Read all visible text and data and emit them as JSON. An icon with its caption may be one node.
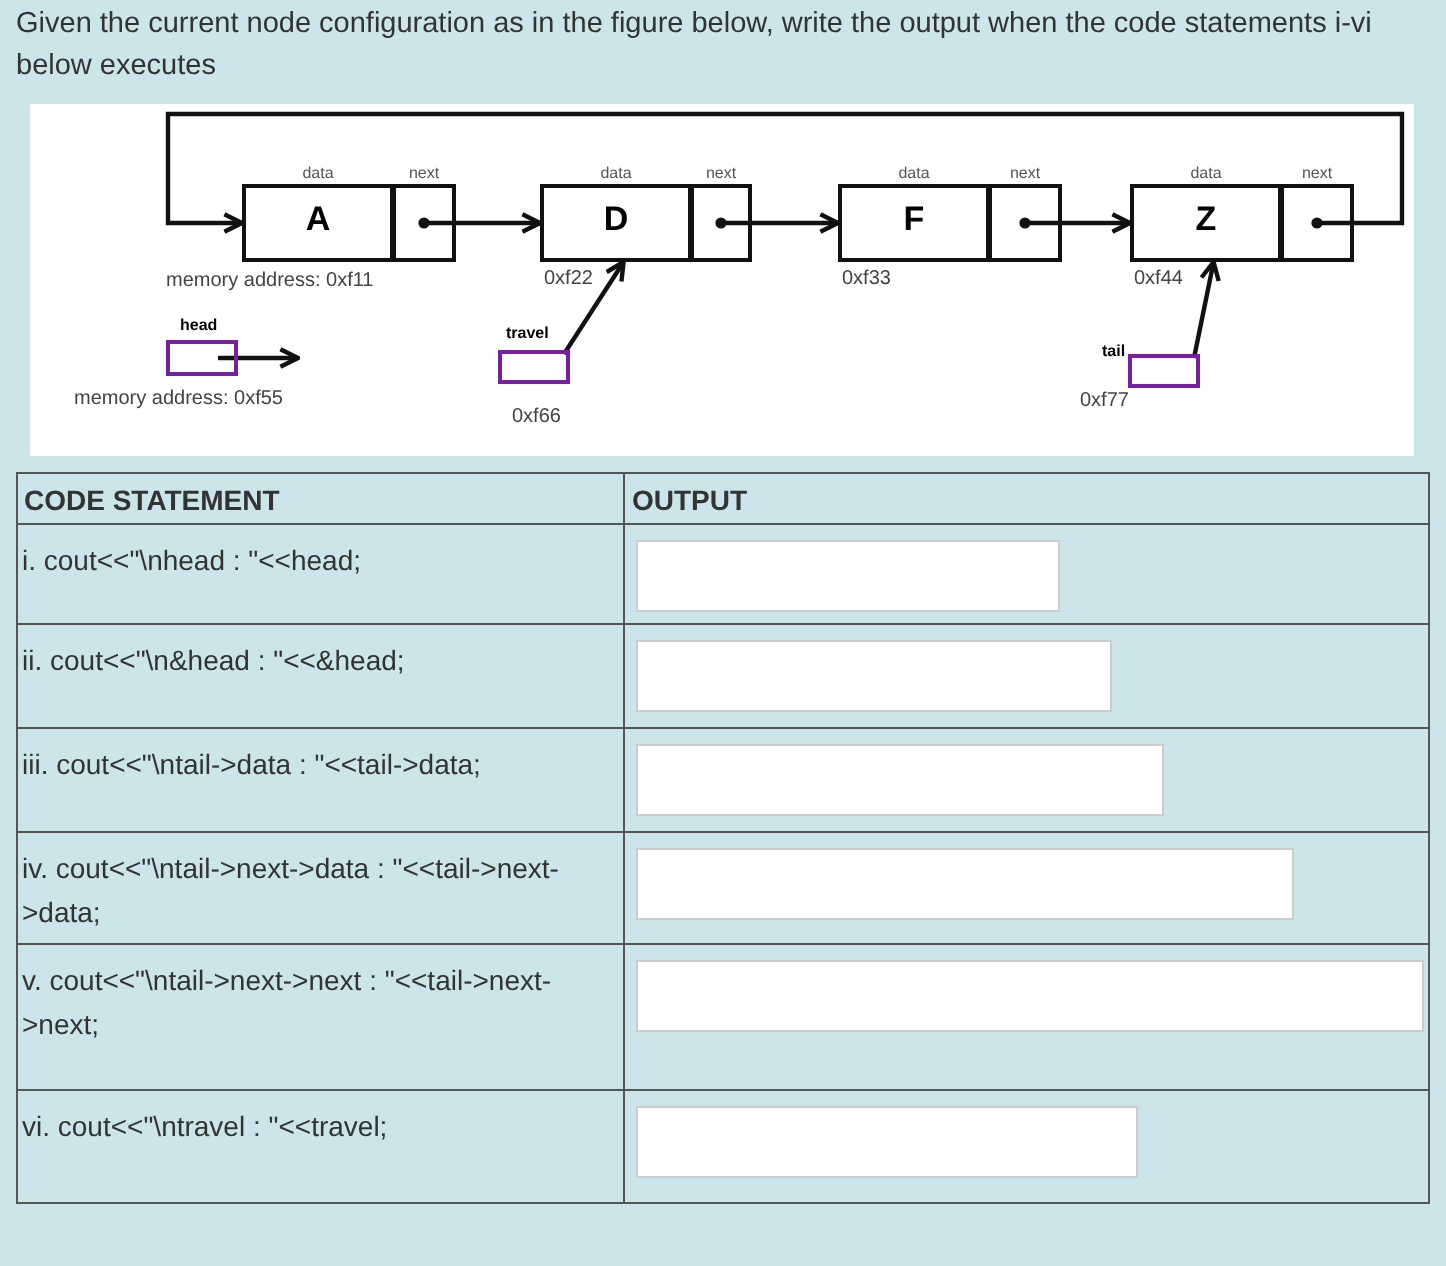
{
  "diagram": {
    "title": "Given the current node configuration as in the figure below, write the output when the code statements i-vi below executes",
    "nodes": [
      {
        "text": [
          "data",
          "A"
        ],
        "beside": [
          "memory address: 0xf11"
        ]
      },
      {
        "text": [
          "next"
        ]
      },
      {
        "text": [
          "data",
          "D"
        ],
        "beside": [
          "0xf22"
        ]
      },
      {
        "text": [
          "next"
        ]
      },
      {
        "text": [
          "data",
          "F"
        ],
        "beside": [
          "0xf33"
        ]
      },
      {
        "text": [
          "next"
        ]
      },
      {
        "text": [
          "data",
          "Z"
        ],
        "beside": [
          "0xf44"
        ]
      },
      {
        "text": [
          "next"
        ]
      },
      {
        "text": [
          "head"
        ],
        "beside": [
          "memory address: 0xf55"
        ]
      },
      {
        "text": [
          "travel"
        ],
        "beside": [
          "0xf66"
        ]
      },
      {
        "text": [
          "tail"
        ],
        "beside": [
          "0xf77"
        ]
      }
    ],
    "edges": [
      {
        "from": 1,
        "to": 2,
        "arrow": "to"
      },
      {
        "from": 3,
        "to": 4,
        "arrow": "to"
      },
      {
        "from": 5,
        "to": 6,
        "arrow": "to"
      },
      {
        "from": 7,
        "to": 0,
        "arrow": "to"
      },
      {
        "from": 8,
        "to": null,
        "arrow": "to"
      },
      {
        "from": 9,
        "to": 2,
        "arrow": "to"
      },
      {
        "from": 10,
        "to": 6,
        "arrow": "to"
      }
    ],
    "labels": [
      "CODE STATEMENT",
      "OUTPUT",
      "i. cout<<\"\\nhead : \"<<head;",
      "ii. cout<<\"\\n&head : \"<<&head;",
      "iii. cout<<\"\\ntail->data : \"<<tail->data;",
      "iv. cout<<\"\\ntail->next->data : \"<<tail->next->data;",
      "v. cout<<\"\\ntail->next->next : \"<<tail->next->next;",
      "vi. cout<<\"\\ntravel : \"<<travel;"
    ]
  }
}
